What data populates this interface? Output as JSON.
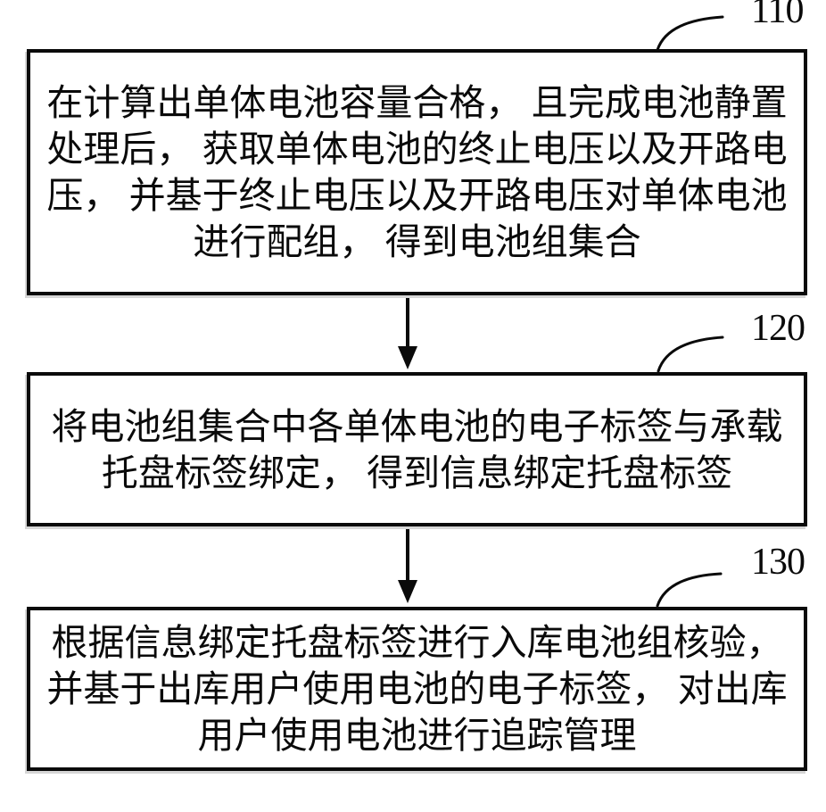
{
  "figure": {
    "kind": "patent-flowchart",
    "ink_color": "#0a0a0a",
    "background_color": "#ffffff",
    "steps": [
      {
        "ref": "110",
        "lines": [
          "在计算出单体电池容量合格， 且完成电池静置",
          "处理后， 获取单体电池的终止电压以及开路电",
          "压， 并基于终止电压以及开路电压对单体电池",
          "进行配组， 得到电池组集合"
        ]
      },
      {
        "ref": "120",
        "lines": [
          "将电池组集合中各单体电池的电子标签与承载",
          "托盘标签绑定， 得到信息绑定托盘标签"
        ]
      },
      {
        "ref": "130",
        "lines": [
          "根据信息绑定托盘标签进行入库电池组核验，",
          "并基于出库用户使用电池的电子标签， 对出库",
          "用户使用电池进行追踪管理"
        ]
      }
    ]
  }
}
